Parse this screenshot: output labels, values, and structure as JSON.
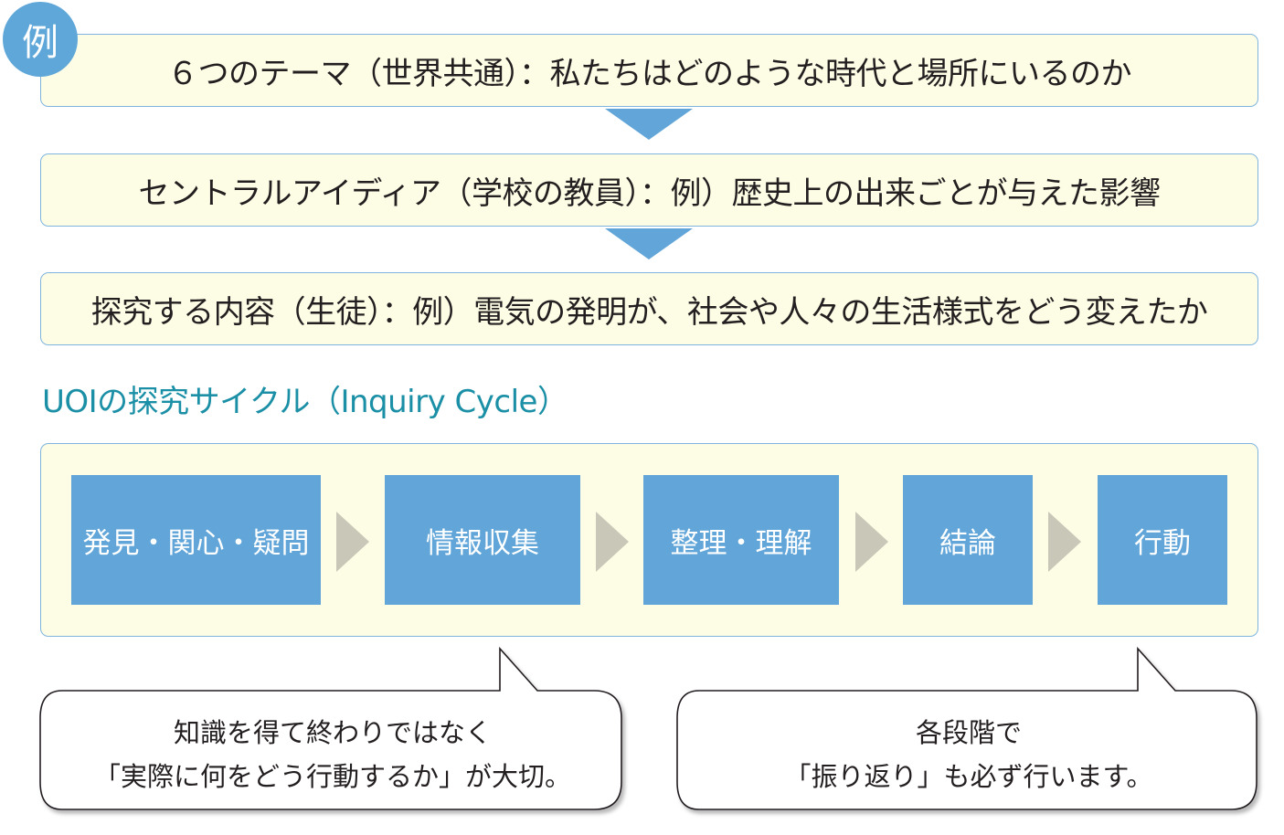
{
  "badge": {
    "label": "例"
  },
  "banners": [
    {
      "text": "６つのテーマ（世界共通）：私たちはどのような時代と場所にいるのか"
    },
    {
      "text": "セントラルアイディア（学校の教員）：例）歴史上の出来ごとが与えた影響"
    },
    {
      "text": "探究する内容（生徒）：例）電気の発明が、社会や人々の生活様式をどう変えたか"
    }
  ],
  "cycle": {
    "title": "UOIの探究サイクル（Inquiry Cycle）",
    "steps": [
      "発見・関心・疑問",
      "情報収集",
      "整理・理解",
      "結論",
      "行動"
    ]
  },
  "callouts": [
    {
      "line1": "知識を得て終わりではなく",
      "line2": "「実際に何をどう行動するか」が大切。"
    },
    {
      "line1": "各段階で",
      "line2": "「振り返り」も必ず行います。"
    }
  ],
  "colors": {
    "accent_blue": "#62a6d9",
    "panel_fill": "#fdfde6",
    "panel_border": "#7fb4de",
    "title_teal": "#1a8fa6",
    "chevron_gray": "#c9c8b8"
  }
}
